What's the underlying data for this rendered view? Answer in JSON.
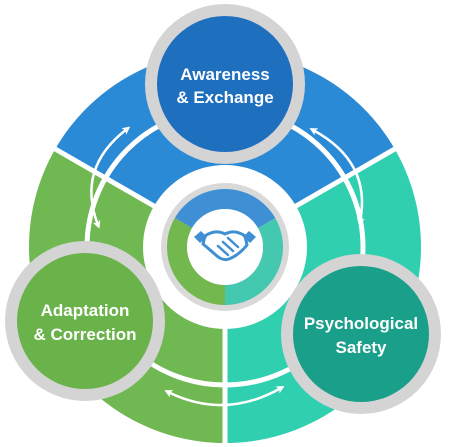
{
  "diagram": {
    "nodes": [
      {
        "id": "awareness",
        "line1": "Awareness",
        "line2": "& Exchange",
        "color": "#1f6fbf"
      },
      {
        "id": "safety",
        "line1": "Psychological",
        "line2": "Safety",
        "color": "#1a9f8a"
      },
      {
        "id": "adaptation",
        "line1": "Adaptation",
        "line2": "& Correction",
        "color": "#6ab24a"
      }
    ],
    "colors": {
      "blue": "#2b8ad6",
      "teal": "#2fcfb0",
      "green": "#6fb852",
      "ring_gray": "#d6d6d6",
      "hub_blue": "#3f8fd4",
      "hub_teal": "#45c8b0",
      "hub_green": "#72b84f",
      "handshake_icon": "#3f8fd4"
    },
    "center_icon": "handshake-icon",
    "connector_icon": "double-headed-arrow-icon"
  }
}
